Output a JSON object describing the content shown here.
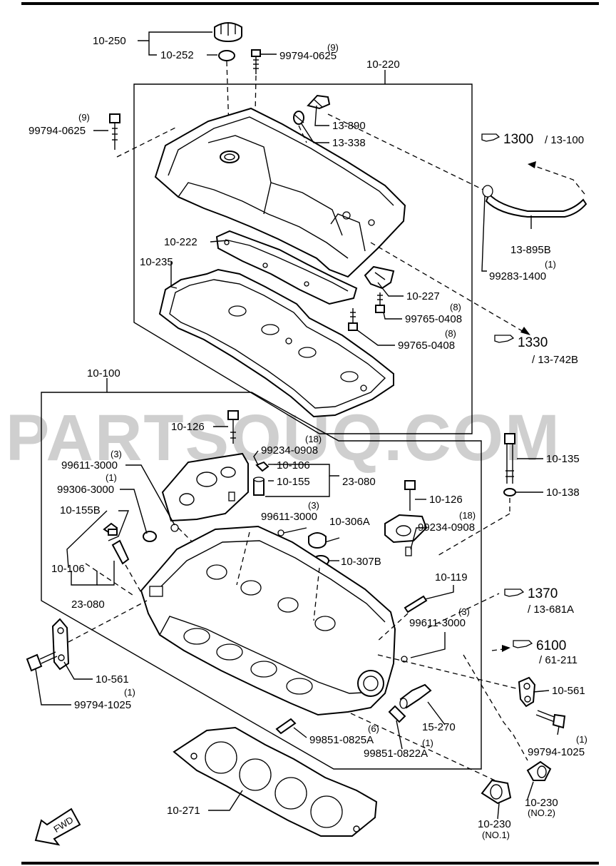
{
  "watermark": "PARTSOUQ.COM",
  "labels": {
    "l_10_250": "10-250",
    "l_10_252": "10-252",
    "q_9_a": "(9)",
    "l_99794_0625_a": "99794-0625",
    "l_10_220": "10-220",
    "q_9_b": "(9)",
    "l_99794_0625_b": "99794-0625",
    "l_13_890": "13-890",
    "l_13_338": "13-338",
    "l_10_222": "10-222",
    "l_10_235": "10-235",
    "l_10_227": "10-227",
    "q_8_a": "(8)",
    "l_99765_0408_a": "99765-0408",
    "q_8_b": "(8)",
    "l_99765_0408_b": "99765-0408",
    "l_13_895b": "13-895B",
    "q_1_a": "(1)",
    "l_99283_1400": "99283-1400",
    "l_10_100": "10-100",
    "l_10_126_a": "10-126",
    "q_18_a": "(18)",
    "l_99234_0908_a": "99234-0908",
    "q_3_a": "(3)",
    "l_99611_3000_a": "99611-3000",
    "q_1_b": "(1)",
    "l_99306_3000": "99306-3000",
    "l_10_106_a": "10-106",
    "l_10_155": "10-155",
    "l_23_080_a": "23-080",
    "l_10_155b": "10-155B",
    "l_10_106_b": "10-106",
    "l_23_080_b": "23-080",
    "q_3_b": "(3)",
    "l_99611_3000_b": "99611-3000",
    "l_10_306a": "10-306A",
    "l_10_307b": "10-307B",
    "l_10_126_b": "10-126",
    "q_18_b": "(18)",
    "l_99234_0908_b": "99234-0908",
    "l_10_135": "10-135",
    "l_10_138": "10-138",
    "l_10_119": "10-119",
    "q_3_c": "(3)",
    "l_99611_3000_c": "99611-3000",
    "l_10_561_a": "10-561",
    "q_1_c": "(1)",
    "l_99794_1025_a": "99794-1025",
    "q_6": "(6)",
    "l_99851_0825a": "99851-0825A",
    "q_1_d": "(1)",
    "l_99851_0822a": "99851-0822A",
    "l_15_270": "15-270",
    "l_10_561_b": "10-561",
    "q_1_e": "(1)",
    "l_99794_1025_b": "99794-1025",
    "l_10_230_a": "10-230",
    "l_no2": "(NO.2)",
    "l_10_230_b": "10-230",
    "l_no1": "(NO.1)",
    "l_10_271": "10-271",
    "fwd": "FWD"
  },
  "references": {
    "r1300": "1300",
    "r1300_sub": "/ 13-100",
    "r1330": "1330",
    "r1330_sub": "/ 13-742B",
    "r1370": "1370",
    "r1370_sub": "/ 13-681A",
    "r6100": "6100",
    "r6100_sub": "/ 61-211"
  },
  "icons": {
    "ref_pointer": "pointing-hand-icon",
    "direction": "fwd-arrow-icon"
  }
}
